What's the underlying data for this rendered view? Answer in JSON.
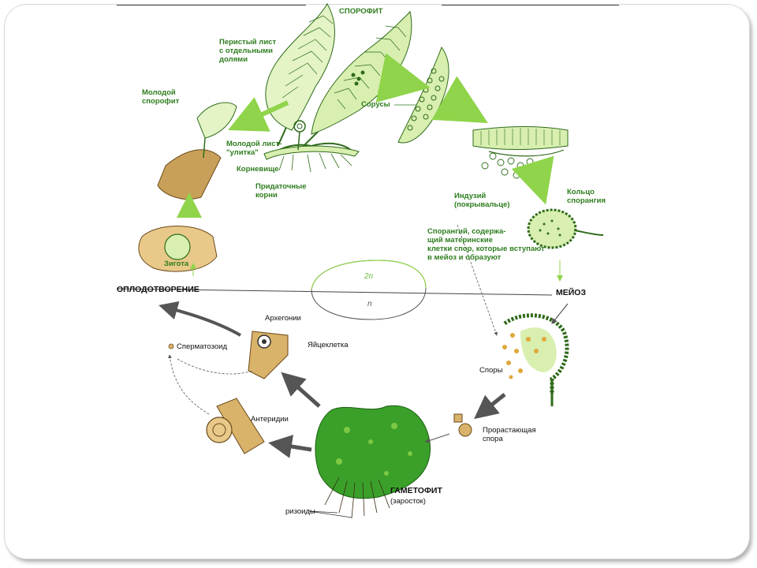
{
  "labels": {
    "sporophyte": "СПОРОФИТ",
    "pinnate_leaf": "Перистый лист\nс отдельными\nдолями",
    "young_sporophyte": "Молодой\nспорофит",
    "sori": "Сорусы",
    "young_leaf": "Молодой лист-\n\"улитка\"",
    "rhizome": "Корневище",
    "adventitious_roots": "Придаточные\nкорни",
    "indusium": "Индузий\n(покрывальце)",
    "annulus": "Кольцо\nспорангия",
    "sporangium_note": "Спорангий, содержа-\nщий материнские\nклетки спор, которые вступают\nв мейоз и образуют",
    "zygote": "Зигота",
    "fertilization": "ОПЛОДОТВОРЕНИЕ",
    "meiosis": "МЕЙОЗ",
    "ploidy_2n": "2n",
    "ploidy_n": "n",
    "archegonia": "Архегонии",
    "sperm": "Сперматозоид",
    "egg": "Яйцеклетка",
    "spores": "Споры",
    "antheridia": "Антеридии",
    "germinating_spore": "Прорастающая\nспора",
    "gametophyte": "ГАМЕТОФИТ",
    "prothallus": "(заросток)",
    "rhizoids": "ризоиды"
  },
  "colors": {
    "label_green": "#2e7d1e",
    "plant_light": "#d8efb0",
    "plant_dark": "#2f6b1a",
    "tissue_tan": "#d9b36a",
    "arrow_green": "#8fd44a",
    "arrow_dark": "#4a4a4a",
    "gametophyte_green": "#3aa02a"
  }
}
